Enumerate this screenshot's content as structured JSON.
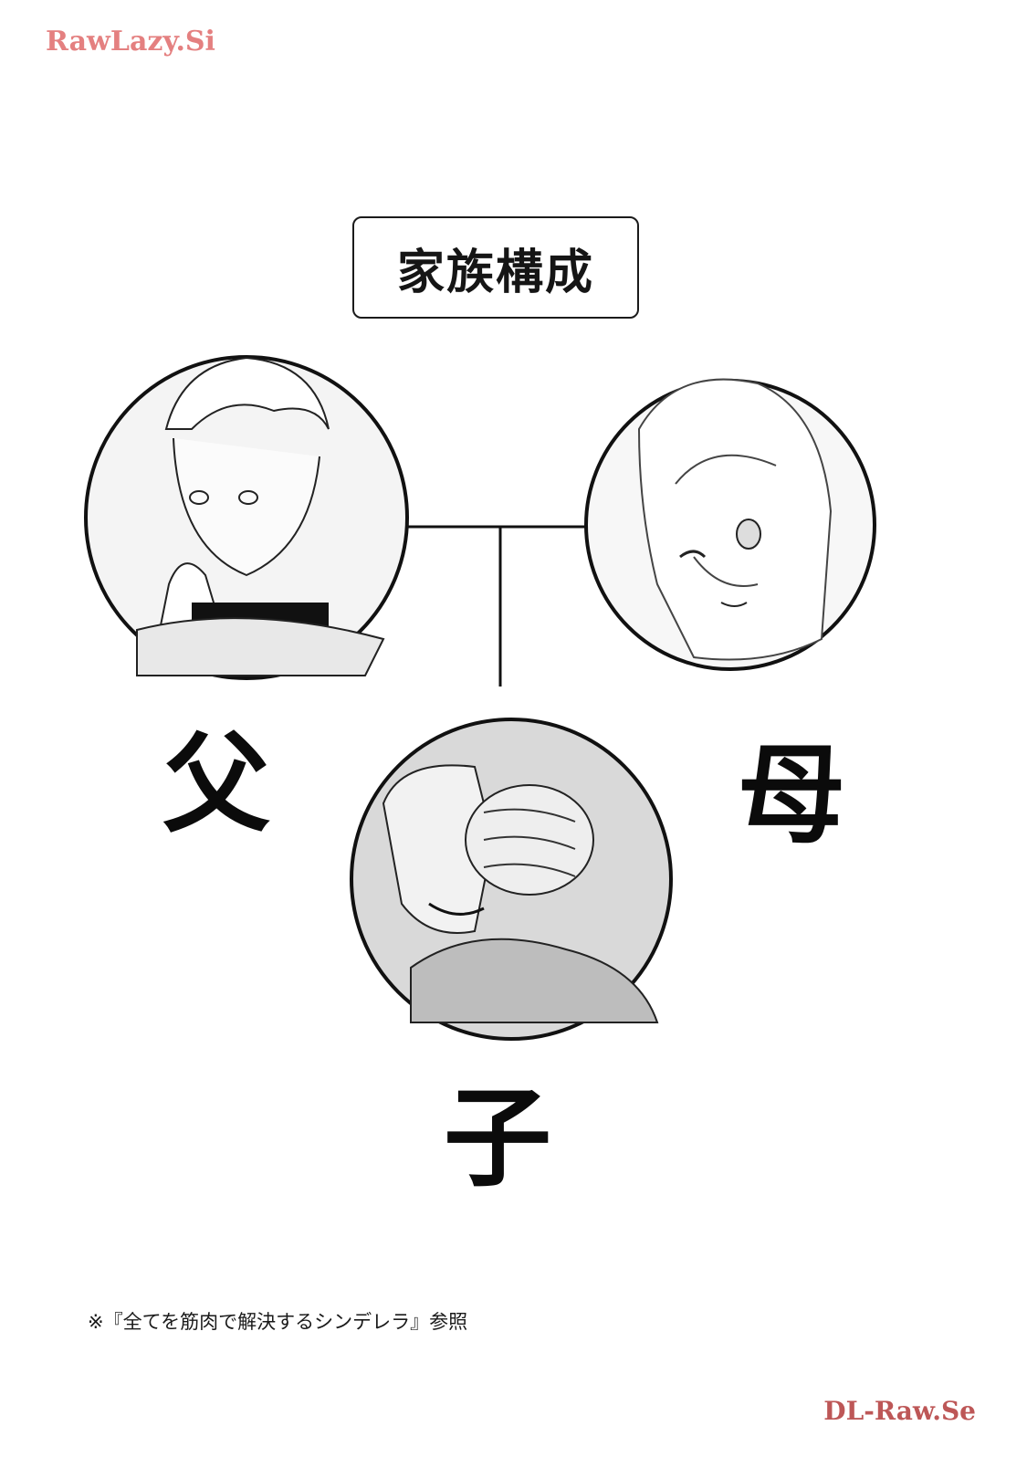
{
  "watermarks": {
    "top": "RawLazy.Si",
    "bottom": "DL-Raw.Se"
  },
  "title": "家族構成",
  "members": {
    "father": {
      "label": "父"
    },
    "mother": {
      "label": "母"
    },
    "child": {
      "label": "子"
    }
  },
  "footnote": "※『全てを筋肉で解決するシンデレラ』参照",
  "colors": {
    "ink": "#111111",
    "watermark": "#e06a6a"
  }
}
